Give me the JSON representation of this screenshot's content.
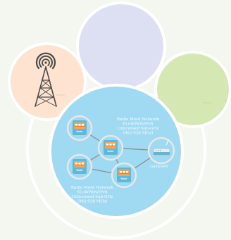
{
  "colors": {
    "background": "#f3f7f0",
    "outer_ring": "#ffffff",
    "circle_tower": "#fde3d0",
    "circle_top": "#dde0f2",
    "circle_right": "#d5e8b4",
    "circle_main": "#9fd9f2",
    "node_fill": "#5fb8da",
    "node_stroke": "#e8e8e8",
    "link": "#8b8b8b",
    "accent_orange": "#f2a55a",
    "tower_stroke": "#4a4a4a"
  },
  "icons": {
    "tower": "radio-tower-icon",
    "node": "mesh-node-icon",
    "gateway": "gateway-router-icon"
  },
  "top_label": {
    "line1": "Radio Mesh Network",
    "line2": "6LoWPAN/IPv6",
    "line3": "Unlicensed Sub-GHz",
    "line4": "(902-928 MHz)"
  },
  "bottom_label": {
    "line1": "Radio Mesh Network",
    "line2": "6LoWPAN/IPv6",
    "line3": "Unlicensed Sub-GHz",
    "line4": "(902-928 MHz)"
  },
  "nodes": [
    {
      "label": "Node"
    },
    {
      "label": "Node"
    },
    {
      "label": "Node"
    },
    {
      "label": "Node"
    }
  ],
  "gateway": {
    "label": "GATEWAY"
  }
}
